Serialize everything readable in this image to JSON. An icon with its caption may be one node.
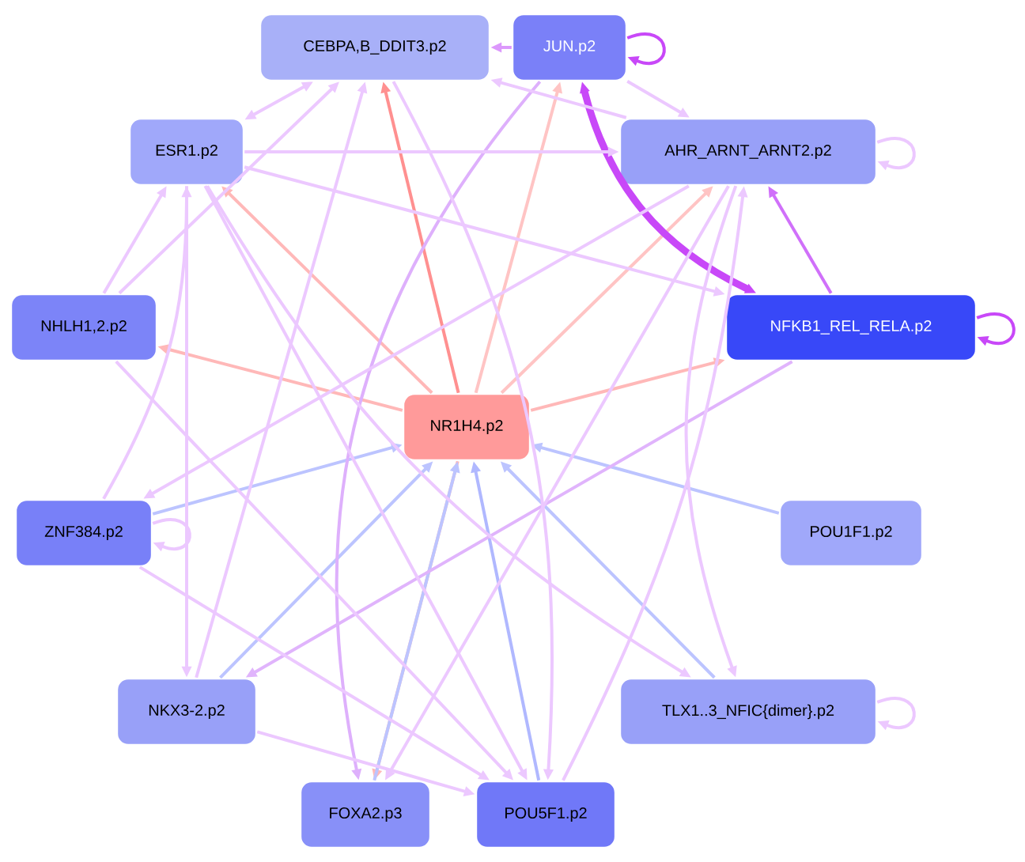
{
  "diagram": {
    "nodes": [
      {
        "text": [
          "CEBPA,B_DDIT3.p2"
        ]
      },
      {
        "text": [
          "JUN.p2"
        ]
      },
      {
        "text": [
          "ESR1.p2"
        ]
      },
      {
        "text": [
          "AHR_ARNT_ARNT2.p2"
        ]
      },
      {
        "text": [
          "NHLH1,2.p2"
        ]
      },
      {
        "text": [
          "NFKB1_REL_RELA.p2"
        ]
      },
      {
        "text": [
          "NR1H4.p2"
        ]
      },
      {
        "text": [
          "ZNF384.p2"
        ]
      },
      {
        "text": [
          "POU1F1.p2"
        ]
      },
      {
        "text": [
          "NKX3-2.p2"
        ]
      },
      {
        "text": [
          "TLX1..3_NFIC{dimer}.p2"
        ]
      },
      {
        "text": [
          "FOXA2.p3"
        ]
      },
      {
        "text": [
          "POU5F1.p2"
        ]
      }
    ],
    "edges": [
      {
        "from": 6,
        "to": 0,
        "arrow": "to",
        "color": "#ff9090"
      },
      {
        "from": 6,
        "to": 2,
        "arrow": "to",
        "color": "#ffb8b8"
      },
      {
        "from": 6,
        "to": 4,
        "arrow": "to",
        "color": "#ffb8b8"
      },
      {
        "from": 6,
        "to": 5,
        "arrow": "to",
        "color": "#ffb8b8"
      },
      {
        "from": 6,
        "to": 3,
        "arrow": "to",
        "color": "#ffc4c4"
      },
      {
        "from": 6,
        "to": 1,
        "arrow": "to",
        "color": "#ffc4c4"
      },
      {
        "from": 6,
        "to": 11,
        "arrow": "to",
        "color": "#ffb8b8"
      },
      {
        "from": 7,
        "to": 6,
        "arrow": "to",
        "color": "#bcc4ff"
      },
      {
        "from": 9,
        "to": 6,
        "arrow": "to",
        "color": "#bcc4ff"
      },
      {
        "from": 11,
        "to": 6,
        "arrow": "to",
        "color": "#bcc4ff"
      },
      {
        "from": 12,
        "to": 6,
        "arrow": "to",
        "color": "#b0b8ff"
      },
      {
        "from": 10,
        "to": 6,
        "arrow": "to",
        "color": "#bcc4ff"
      },
      {
        "from": 8,
        "to": 6,
        "arrow": "to",
        "color": "#bcc4ff"
      },
      {
        "from": 1,
        "to": 1,
        "arrow": "to",
        "color": "#c848f8"
      },
      {
        "from": 5,
        "to": 5,
        "arrow": "to",
        "color": "#c848f8"
      },
      {
        "from": 1,
        "to": 0,
        "arrow": "to",
        "color": "#dc98fc"
      },
      {
        "from": 1,
        "to": 5,
        "arrow": "both",
        "style": "thick",
        "color": "#c848f8"
      },
      {
        "from": 5,
        "to": 3,
        "arrow": "to",
        "color": "#d070fa"
      },
      {
        "from": 1,
        "to": 11,
        "arrow": "to",
        "color": "#deb0fc"
      },
      {
        "from": 5,
        "to": 9,
        "arrow": "to",
        "color": "#e0b4fc"
      },
      {
        "from": 3,
        "to": 3,
        "arrow": "to"
      },
      {
        "from": 10,
        "to": 10,
        "arrow": "to"
      },
      {
        "from": 7,
        "to": 7,
        "arrow": "to"
      },
      {
        "from": 2,
        "to": 0,
        "arrow": "both"
      },
      {
        "from": 2,
        "to": 3,
        "arrow": "to"
      },
      {
        "from": 2,
        "to": 5,
        "arrow": "to"
      },
      {
        "from": 1,
        "to": 3,
        "arrow": "to"
      },
      {
        "from": 3,
        "to": 0,
        "arrow": "to"
      },
      {
        "from": 4,
        "to": 2,
        "arrow": "to"
      },
      {
        "from": 4,
        "to": 0,
        "arrow": "to"
      },
      {
        "from": 4,
        "to": 12,
        "arrow": "to"
      },
      {
        "from": 7,
        "to": 2,
        "arrow": "to"
      },
      {
        "from": 2,
        "to": 9,
        "arrow": "to"
      },
      {
        "from": 9,
        "to": 0,
        "arrow": "to"
      },
      {
        "from": 2,
        "to": 12,
        "arrow": "to"
      },
      {
        "from": 2,
        "to": 10,
        "arrow": "to"
      },
      {
        "from": 7,
        "to": 12,
        "arrow": "to"
      },
      {
        "from": 9,
        "to": 12,
        "arrow": "to"
      },
      {
        "from": 3,
        "to": 7,
        "arrow": "to"
      },
      {
        "from": 12,
        "to": 3,
        "arrow": "to"
      },
      {
        "from": 3,
        "to": 10,
        "arrow": "to"
      },
      {
        "from": 3,
        "to": 11,
        "arrow": "to"
      },
      {
        "from": 0,
        "to": 12,
        "arrow": "to"
      }
    ]
  }
}
